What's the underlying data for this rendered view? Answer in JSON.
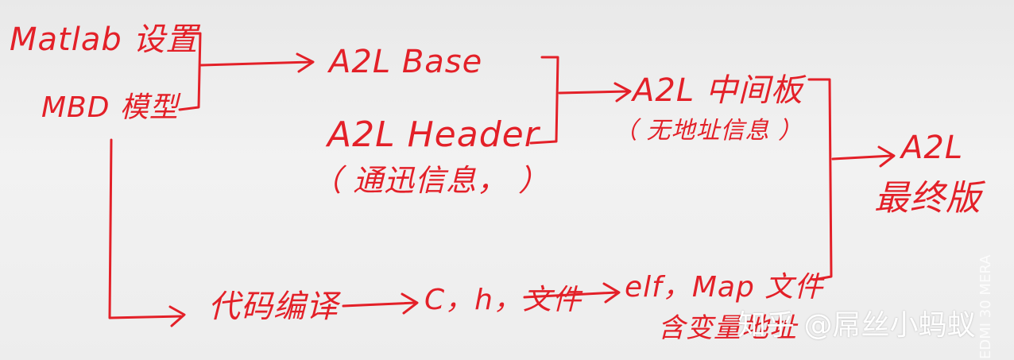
{
  "nodes": {
    "matlab_settings": "Matlab 设置",
    "mbd_model": "MBD 模型",
    "a2l_base": "A2L Base",
    "a2l_header": "A2L Header",
    "comm_info": "（ 通迅信息， ）",
    "a2l_intermediate": "A2L 中间板",
    "no_address_info": "（ 无地址信息 ）",
    "a2l_final_line1": "A2L",
    "a2l_final_line2": "最终版",
    "code_compile": "代码编译",
    "c_h_files": "C，h，文件",
    "elf_map_files": "elf，Map 文件",
    "contains_var_address": "含变量地址"
  },
  "colors": {
    "ink": "#e32028"
  },
  "watermark": {
    "text": "知乎 @屌丝小蚂蚁",
    "camera": "EDMI 30 MERA"
  }
}
